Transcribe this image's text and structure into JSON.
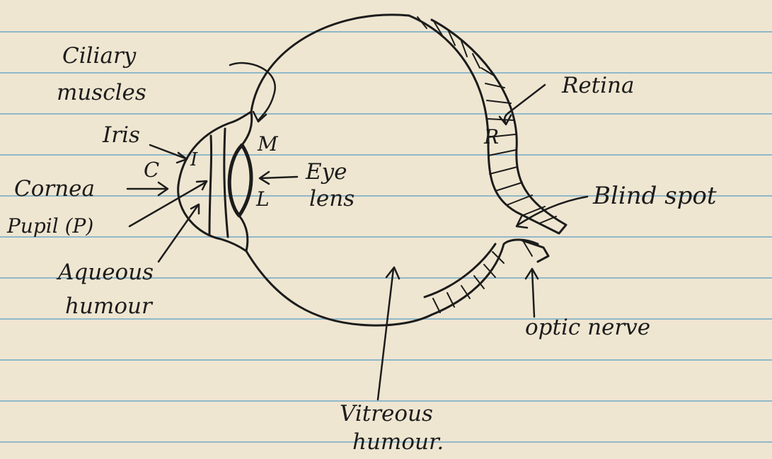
{
  "colors": {
    "paper": "#efe6d1",
    "rule_line": "#8fb8c9",
    "ink": "#1c1c1c"
  },
  "labels": {
    "ciliary_1": "Ciliary",
    "ciliary_2": "muscles",
    "iris": "Iris",
    "cornea": "Cornea",
    "pupil": "Pupil (P)",
    "aqueous_1": "Aqueous",
    "aqueous_2": "humour",
    "eye_lens_1": "Eye",
    "eye_lens_2": "lens",
    "retina": "Retina",
    "blind_spot": "Blind spot",
    "optic_nerve": "optic nerve",
    "vitreous_1": "Vitreous",
    "vitreous_2": "humour.",
    "letter_c": "C",
    "letter_i": "I",
    "letter_m": "M",
    "letter_l": "L",
    "letter_r": "R"
  }
}
